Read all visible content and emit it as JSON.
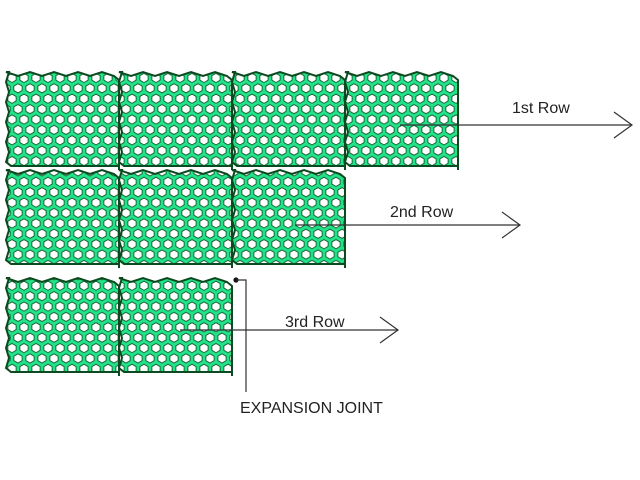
{
  "labels": {
    "row1": "1st Row",
    "row2": "2nd Row",
    "row3": "3rd Row",
    "expansion_joint": "EXPANSION JOINT"
  },
  "rows": [
    {
      "name": "1st Row",
      "panels": 4
    },
    {
      "name": "2nd Row",
      "panels": 3
    },
    {
      "name": "3rd Row",
      "panels": 2
    }
  ],
  "colors": {
    "panel_fill": "#22e28a",
    "panel_edge": "#0b4a1f",
    "hole": "#ffffff",
    "line": "#333333"
  }
}
